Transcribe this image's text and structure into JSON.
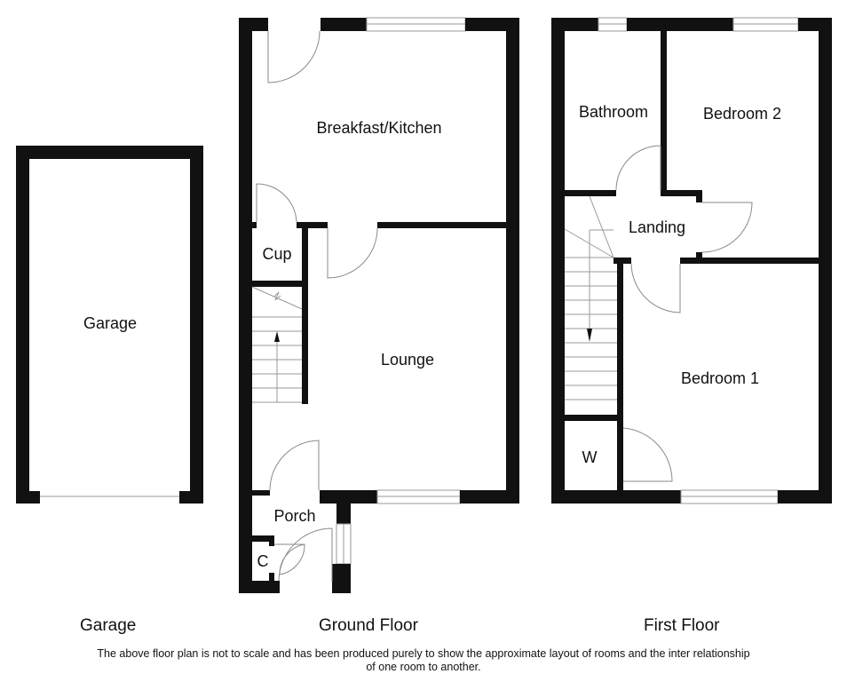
{
  "plans": {
    "garage": {
      "title": "Garage",
      "rooms": {
        "garage": "Garage"
      }
    },
    "ground_floor": {
      "title": "Ground Floor",
      "rooms": {
        "kitchen": "Breakfast/Kitchen",
        "cupboard": "Cup",
        "lounge": "Lounge",
        "porch": "Porch",
        "closet": "C"
      }
    },
    "first_floor": {
      "title": "First Floor",
      "rooms": {
        "bathroom": "Bathroom",
        "bedroom2": "Bedroom 2",
        "landing": "Landing",
        "bedroom1": "Bedroom 1",
        "wardrobe": "W"
      }
    }
  },
  "disclaimer": {
    "line1": "The above floor plan is not to scale and has been produced purely to show the approximate layout of rooms and the inter relationship",
    "line2": "of one room to another."
  },
  "colors": {
    "wall": "#111111",
    "background": "#ffffff",
    "fixture_line": "#9a9a9a"
  }
}
